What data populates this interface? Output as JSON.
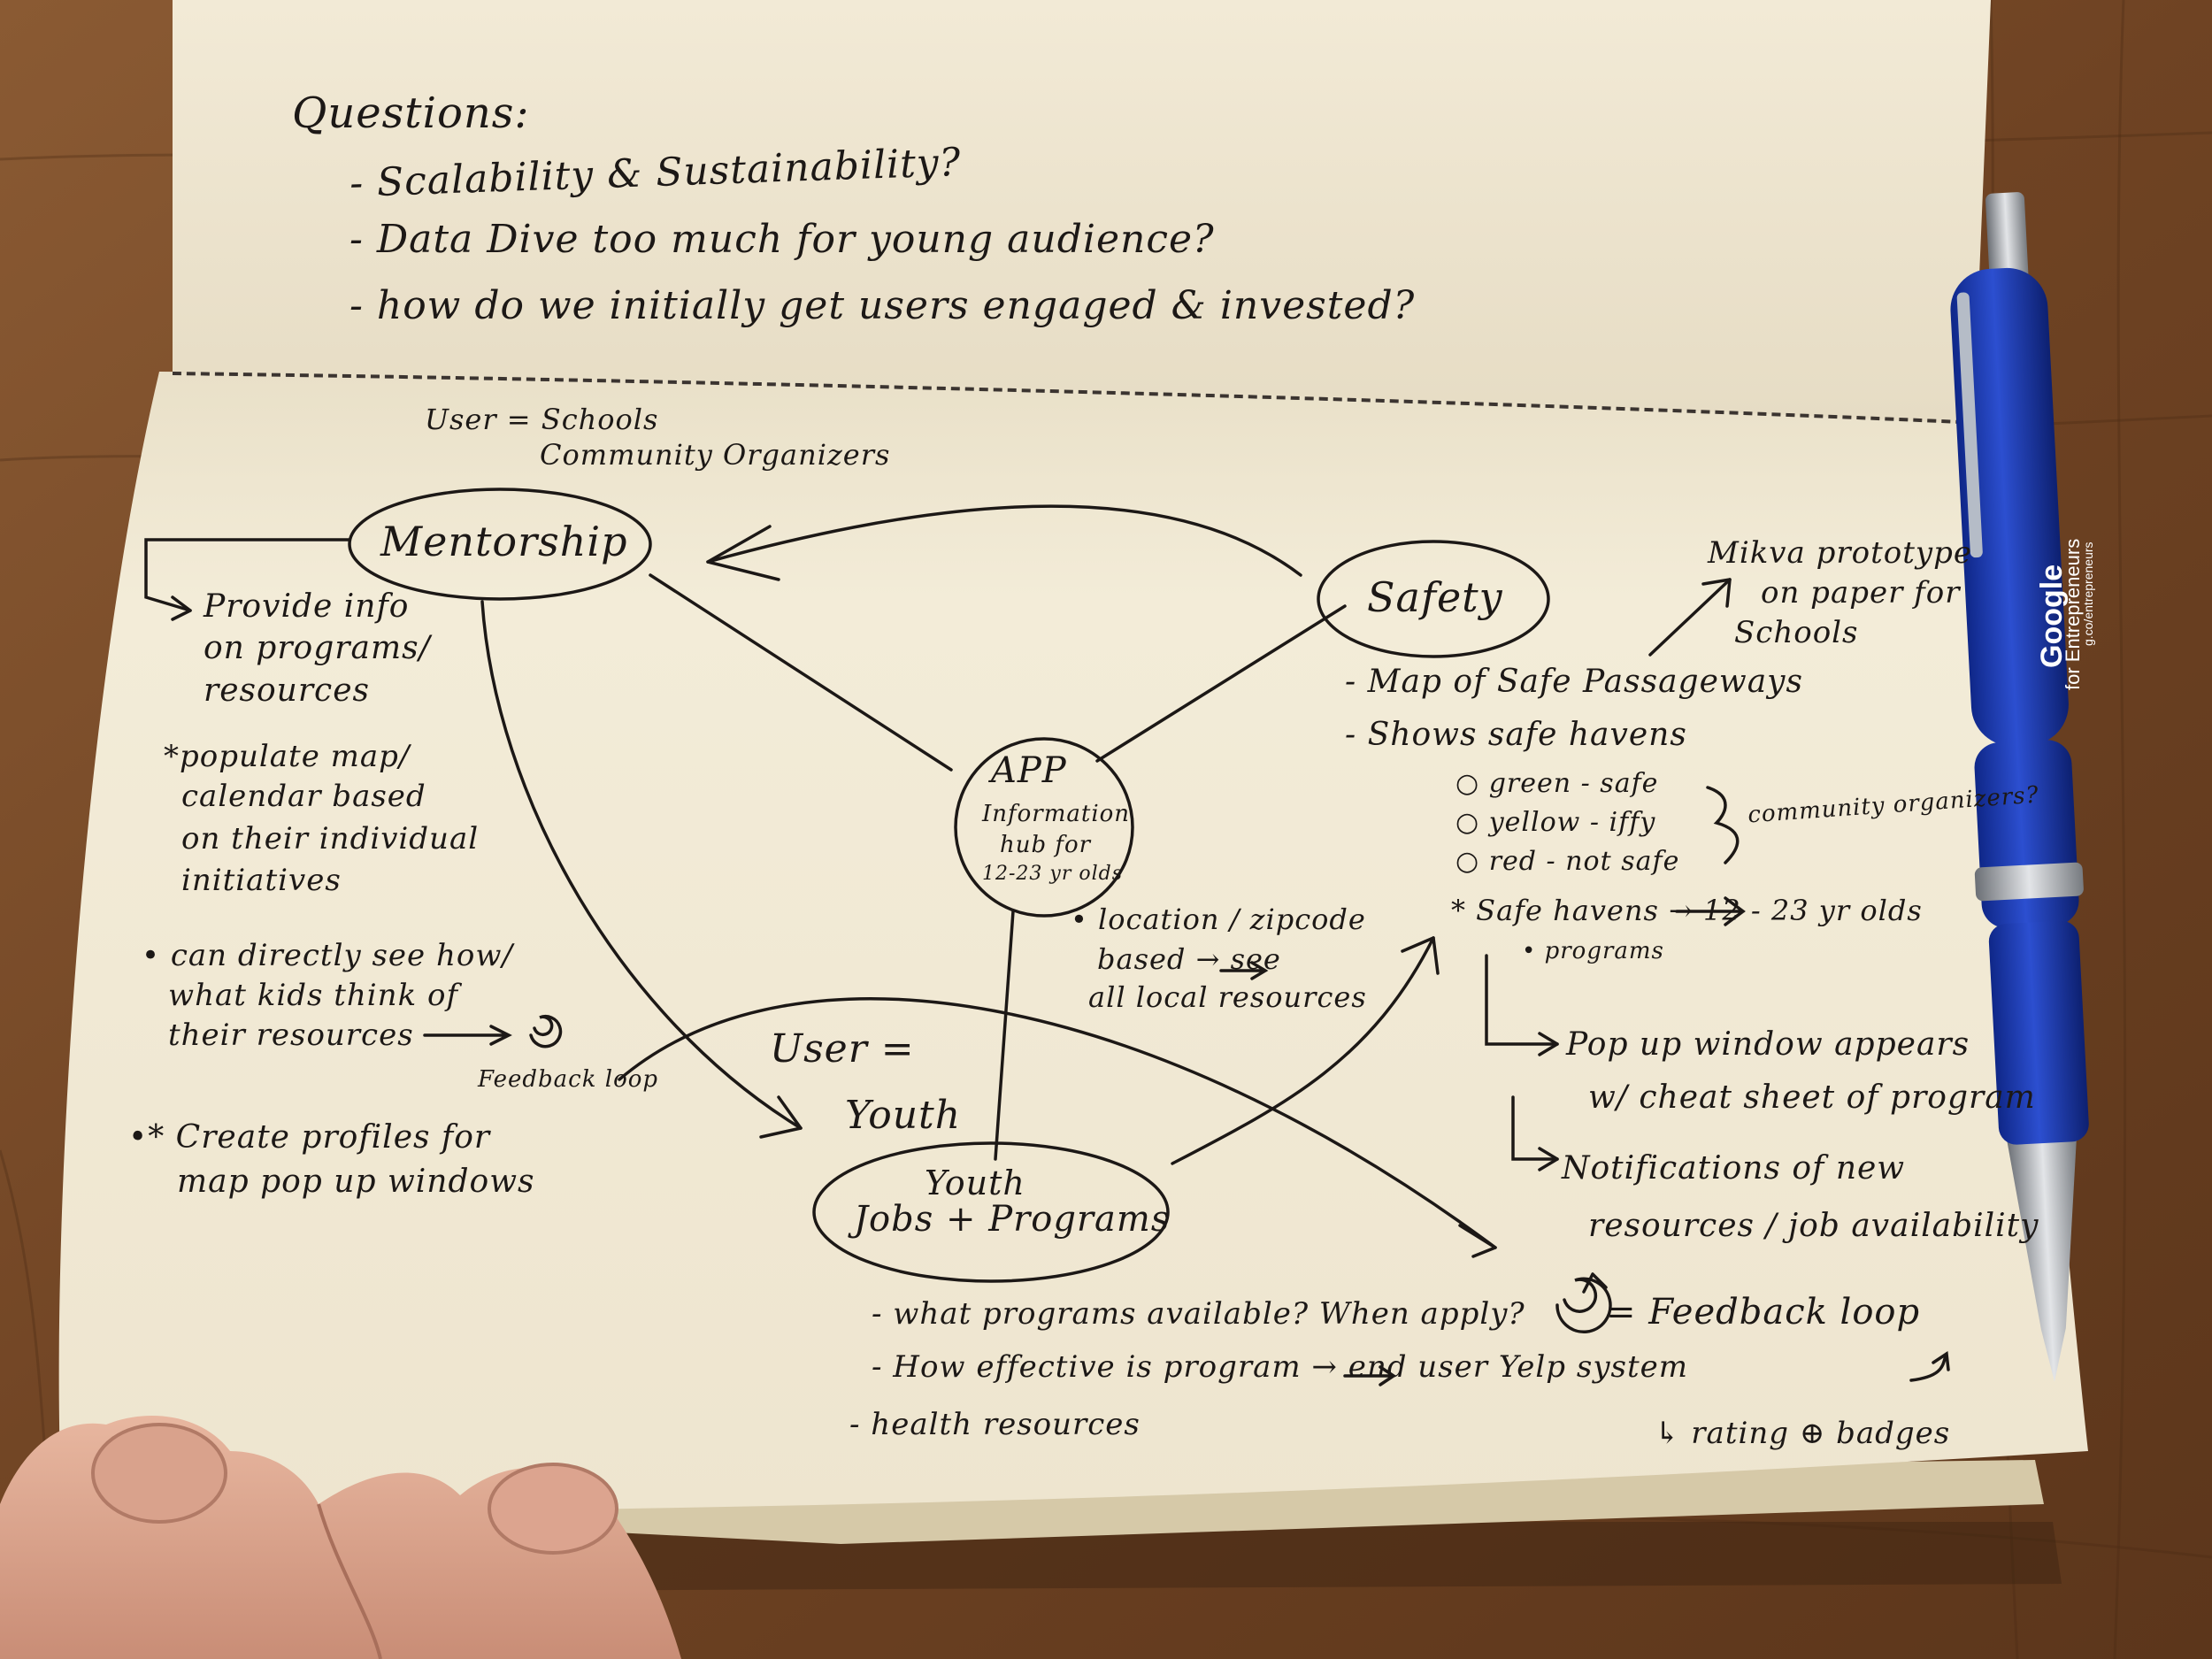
{
  "colors": {
    "table": "#7a4a26",
    "paper": "#efe7d2",
    "ink": "#1c1816",
    "pen_blue": "#1f3fb8"
  },
  "notebook": {
    "top_page": {
      "heading": "Questions:",
      "questions": [
        "- Scalability & Sustainability?",
        "- Data Dive too much for young audience?",
        "- how do we initially get users engaged & invested?"
      ]
    },
    "bottom_page": {
      "user_schools": "User = Schools",
      "community_orgs": "Community Organizers",
      "center": {
        "title": "APP",
        "line1": "Information",
        "line2": "hub for",
        "line3": "12-23 yr olds"
      },
      "mentorship": {
        "title": "Mentorship",
        "notes": [
          "Provide info",
          "on programs/",
          "resources",
          "*populate map/",
          "calendar based",
          "on their individual",
          "initiatives",
          "• can directly see how/",
          "what kids think of",
          "their resources"
        ],
        "feedback_loop_label": "Feedback loop",
        "create_profiles": [
          "•* Create profiles for",
          "map pop up windows"
        ]
      },
      "safety": {
        "title": "Safety",
        "prototype_note": [
          "Mikva prototype",
          "on paper for",
          "Schools"
        ],
        "notes": [
          "- Map of Safe Passageways",
          "- Shows safe havens",
          "○ green - safe",
          "○ yellow - iffy",
          "○ red - not safe",
          "* Safe havens → 12 - 23 yr olds",
          "• programs"
        ],
        "community_organizers": "community organizers?",
        "popup": [
          "Pop up window appears",
          "w/ cheat sheet of program"
        ],
        "notifications": [
          "Notifications of new",
          "resources / job availability"
        ]
      },
      "location_note": [
        "• location / zipcode",
        "based → see",
        "all local resources"
      ],
      "user_youth": [
        "User =",
        "Youth"
      ],
      "jobs": {
        "title_top": "Youth",
        "title": "Jobs + Programs",
        "notes": [
          "- what programs available? When apply?",
          "- How effective is program → end user Yelp system",
          "- health resources"
        ],
        "feedback_legend": "= Feedback loop",
        "rating": "↳ rating ⊕ badges"
      }
    }
  },
  "pen": {
    "brand": "Google",
    "line": "for Entrepreneurs",
    "url": "g.co/entrepreneurs"
  }
}
